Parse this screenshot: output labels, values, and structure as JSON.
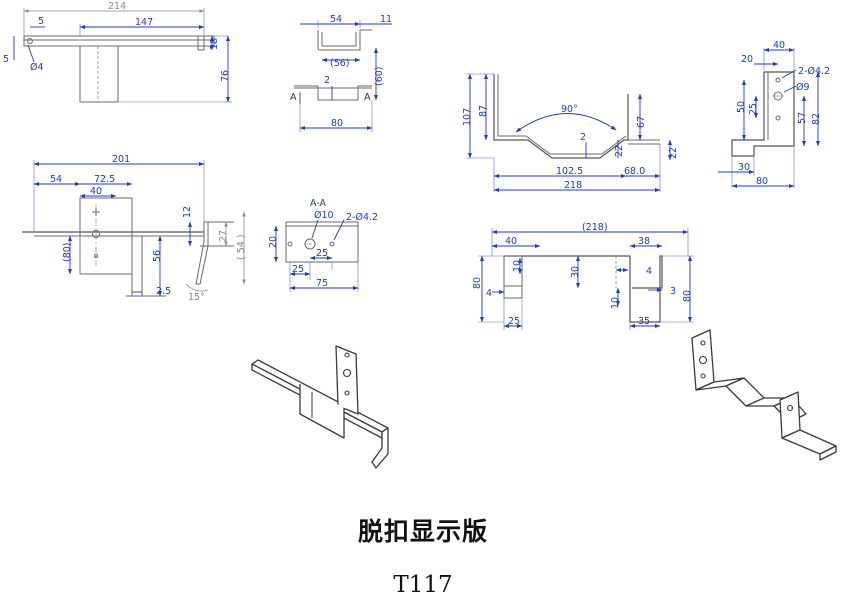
{
  "caption": {
    "title": "脱扣显示版",
    "code": "T117"
  },
  "view_top": {
    "dims": [
      "214",
      "147",
      "5",
      "5",
      "Ø4",
      "18",
      "76"
    ]
  },
  "view_side_small": {
    "dims": [
      "54",
      "11",
      "(56)",
      "(60)",
      "2",
      "80"
    ],
    "section_marks": [
      "A",
      "A"
    ]
  },
  "view_bent": {
    "dims": [
      "107",
      "87",
      "90°",
      "2",
      "67",
      "22",
      "22",
      "102.5",
      "68.0",
      "218"
    ]
  },
  "view_right": {
    "dims": [
      "40",
      "20",
      "2-Ø4.2",
      "Ø9",
      "50",
      "25",
      "57",
      "82",
      "30",
      "80"
    ]
  },
  "view_front": {
    "dims": [
      "201",
      "54",
      "72.5",
      "40",
      "12",
      "(80)",
      "56",
      "2.5",
      "15°",
      "27",
      "( 54 )"
    ]
  },
  "view_section": {
    "dims": [
      "A-A",
      "Ø10",
      "2-Ø4.2",
      "20",
      "25",
      "25",
      "75"
    ]
  },
  "view_bottom": {
    "dims": [
      "(218)",
      "40",
      "38",
      "80",
      "10",
      "30",
      "4",
      "4",
      "10",
      "3",
      "80",
      "25",
      "35"
    ]
  }
}
